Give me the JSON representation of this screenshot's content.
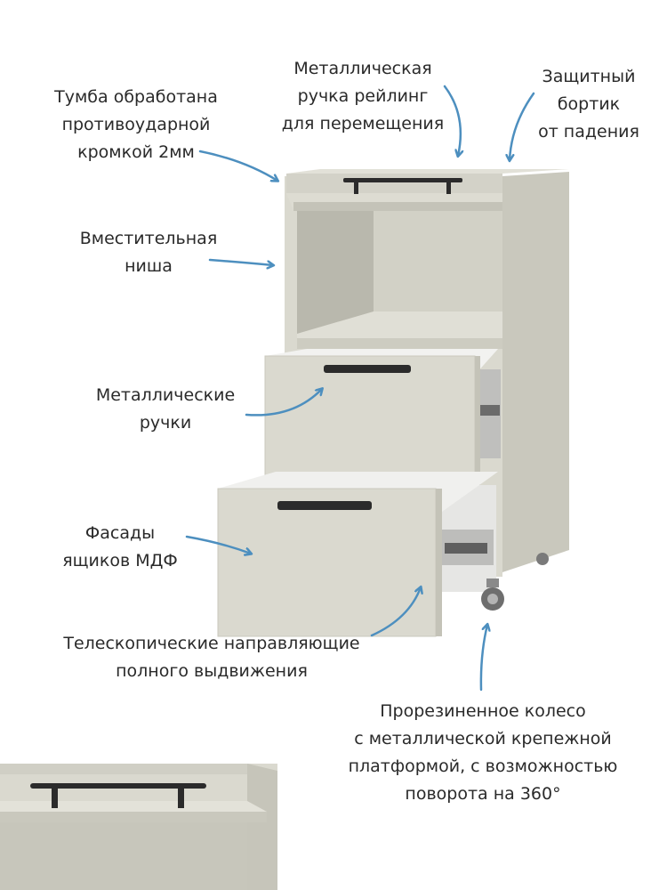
{
  "callouts": {
    "edge": {
      "lines": [
        "Тумба обработана",
        "противоударной",
        "кромкой 2мм"
      ]
    },
    "rail_handle": {
      "lines": [
        "Металлическая",
        "ручка рейлинг",
        "для перемещения"
      ]
    },
    "guard": {
      "lines": [
        "Защитный",
        "бортик",
        "от падения"
      ]
    },
    "niche": {
      "lines": [
        "Вместительная",
        "ниша"
      ]
    },
    "handles": {
      "lines": [
        "Металлические",
        "ручки"
      ]
    },
    "facades": {
      "lines": [
        "Фасады",
        "ящиков МДФ"
      ]
    },
    "slides": {
      "lines": [
        "Телескопические направляющие",
        "полного выдвижения"
      ]
    },
    "wheel": {
      "lines": [
        "Прорезиненное колесо",
        "с металлической крепежной",
        "платформой, с возможностью",
        "поворота на 360°"
      ]
    }
  },
  "colors": {
    "body": "#dad9cf",
    "body_dark": "#c4c3b8",
    "body_darker": "#aeada3",
    "interior": "#f0f0ee",
    "handle": "#2b2b2b",
    "arrow": "#4d8fbf",
    "text": "#2a2a2a"
  }
}
